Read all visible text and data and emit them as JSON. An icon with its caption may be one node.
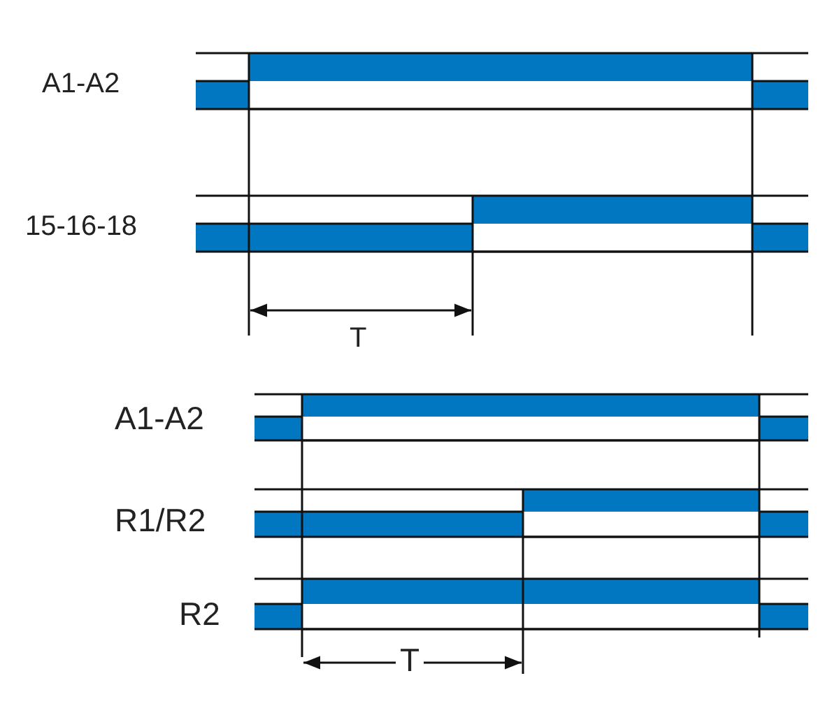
{
  "diagram": {
    "labels": [
      "A1-A2",
      "15-16-18",
      "T",
      "A1-A2",
      "R1/R2",
      "R2",
      "T"
    ]
  }
}
